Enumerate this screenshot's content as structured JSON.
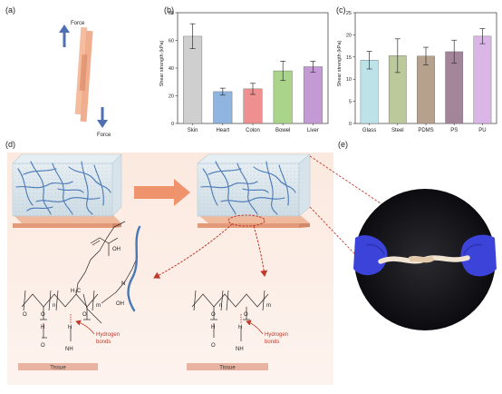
{
  "panels": {
    "a": "(a)",
    "b": "(b)",
    "c": "(c)",
    "d": "(d)",
    "e": "(e)"
  },
  "panel_a": {
    "force_top": "Force",
    "force_bottom": "Force"
  },
  "colors": {
    "arrow_blue": "#4f6fb3",
    "strip_orange": "#f0a47c",
    "red_dash": "#c0392b",
    "hydrogel": "#d9e7ee",
    "chain_blue": "#4a78b5",
    "tissue": "#e6a892",
    "big_arrow": "#ec8a5e"
  },
  "chart_data": [
    {
      "type": "bar",
      "ylabel": "Shear strength (kPa)",
      "ylim": [
        0,
        80
      ],
      "yticks": [
        0,
        20,
        40,
        60,
        80
      ],
      "categories": [
        "Skin",
        "Heart",
        "Colon",
        "Bowel",
        "Liver"
      ],
      "values": [
        63,
        23,
        25,
        38,
        41
      ],
      "errors": [
        9,
        2.5,
        4,
        7,
        4
      ],
      "colors": [
        "#cfcfcf",
        "#8fb4df",
        "#ef8f8f",
        "#a9d48a",
        "#c49ad4"
      ]
    },
    {
      "type": "bar",
      "ylabel": "Shear strength (kPa)",
      "ylim": [
        0,
        25
      ],
      "yticks": [
        0,
        5,
        10,
        15,
        20,
        25
      ],
      "categories": [
        "Glass",
        "Steel",
        "PDMS",
        "PS",
        "PU"
      ],
      "values": [
        14.3,
        15.3,
        15.2,
        16.2,
        19.7
      ],
      "errors": [
        2.0,
        3.8,
        2.0,
        2.6,
        1.7
      ],
      "colors": [
        "#bde3e8",
        "#bcc99a",
        "#b6a18d",
        "#a3859a",
        "#d9b6e6"
      ]
    }
  ],
  "chem_left": {
    "m": "m",
    "n": "n",
    "ch3": "H₃C",
    "oh1": "OH",
    "oh2": "OH",
    "n_atom": "N",
    "hydrogen": "Hydrogen",
    "bonds": "bonds",
    "tissue": "Tissue",
    "nh": "NH",
    "o": "O",
    "h": "H"
  },
  "chem_right": {
    "m": "m",
    "n": "n",
    "hydrogen": "Hydrogen",
    "bonds": "bonds",
    "tissue": "Tissue",
    "nh": "NH",
    "o": "O",
    "h": "H"
  }
}
